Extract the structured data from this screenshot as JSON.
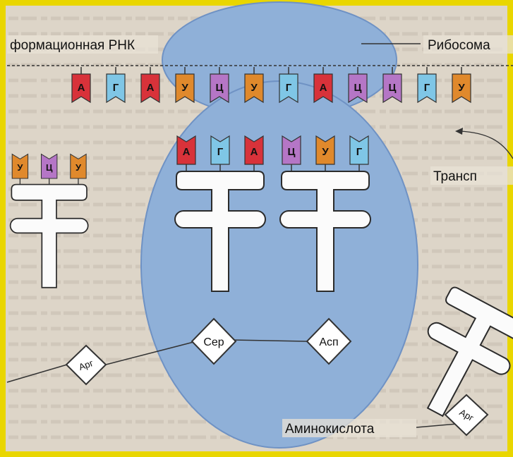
{
  "colors": {
    "frame": "#e9d600",
    "paper": "#ddd5c8",
    "ribosome": "#8fb0d8",
    "ribosome_edge": "#6f92c4",
    "A": "#d8323a",
    "G": "#7fc6e6",
    "U": "#e0892c",
    "C": "#b576c6"
  },
  "labels": {
    "mrna": "формационная РНК",
    "ribosome": "Рибосома",
    "trna": "Трансп",
    "amino_acid": "Аминокислота"
  },
  "mrna_codons": [
    "А",
    "Г",
    "А",
    "У",
    "Ц",
    "У",
    "Г",
    "А",
    "Ц",
    "Ц",
    "Г",
    "У"
  ],
  "trna_left_anticodon": [
    "А",
    "Г",
    "А"
  ],
  "trna_right_anticodon": [
    "Ц",
    "У",
    "Г"
  ],
  "trna_free_anticodon": [
    "У",
    "Ц",
    "У"
  ],
  "amino_acids": {
    "left_bound": "Сер",
    "right_bound": "Асп",
    "chain_end": "Арг",
    "free": "Арг"
  },
  "icons": [
    "trna-cloverleaf-icon",
    "amino-acid-diamond-icon",
    "arrow-icon"
  ]
}
